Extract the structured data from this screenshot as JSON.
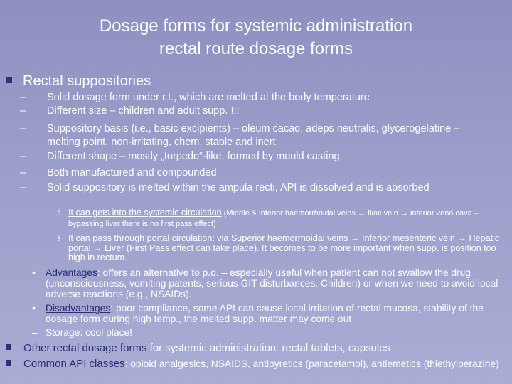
{
  "title": {
    "line1": "Dosage forms for systemic administration",
    "line2": "rectal route dosage forms"
  },
  "rectal": {
    "heading": "Rectal suppositories",
    "items": [
      "Solid dosage form under r.t., which are melted at the body temperature",
      "Different size – children and adult supp. !!!",
      "Suppository basis (i.e., basic excipients) – oleum cacao, adeps neutralis, glycerogelatine – melting point, non-irritating, chem. stable and inert",
      "Different shape – mostly „torpedo“-like, formed by mould casting",
      "Both manufactured and compounded",
      "Solid suppository is melted within the ampula recti, API is dissolved and is absorbed"
    ],
    "circulation": {
      "item1_link": "It can gets into the systemic circulation",
      "item1_text": " (Middle & inferior haemorrhoidal veins → Iliac vein → inferior vena cava – bypassing liver there is no first pass effect)",
      "item2_link": "It can pass through portal circulation",
      "item2_text": ": via Superior haemorrhoidal veins → Inferior mesenteric vein → Hepatic portal → Liver (First Pass effect can take place). It becomes to be more important when supp. is position too high in rectum."
    },
    "advantages_label": "Advantages",
    "advantages_text": ": offers an alternative to p.o. – especially useful when patient can not swallow the drug (unconscious­ness, vomiting patents, serious GIT disturbances. Children) or when we need to avoid local adverse reactions (e.g., NSAIDs).",
    "disadvantages_label": "Disadvantages",
    "disadvantages_text": ": poor compliance, some API can cause local irritation of rectal mucosa, stability of the dosage form during high temp., the melted supp. matter may come out",
    "storage": "Storage: cool place!"
  },
  "other": {
    "highlight": "Other rectal dosage forms",
    "text": " for systemic administration: rectal tablets, capsules"
  },
  "api": {
    "highlight": "Common API classes",
    "text": ": opioid analgesics, NSAIDS, antipyretics (paracetamol), antiemetics (thiethylperazine)"
  },
  "colors": {
    "background": "#9c9fca",
    "text": "#ffffff",
    "highlight": "#2a2f78",
    "bullet": "#2f3078"
  }
}
